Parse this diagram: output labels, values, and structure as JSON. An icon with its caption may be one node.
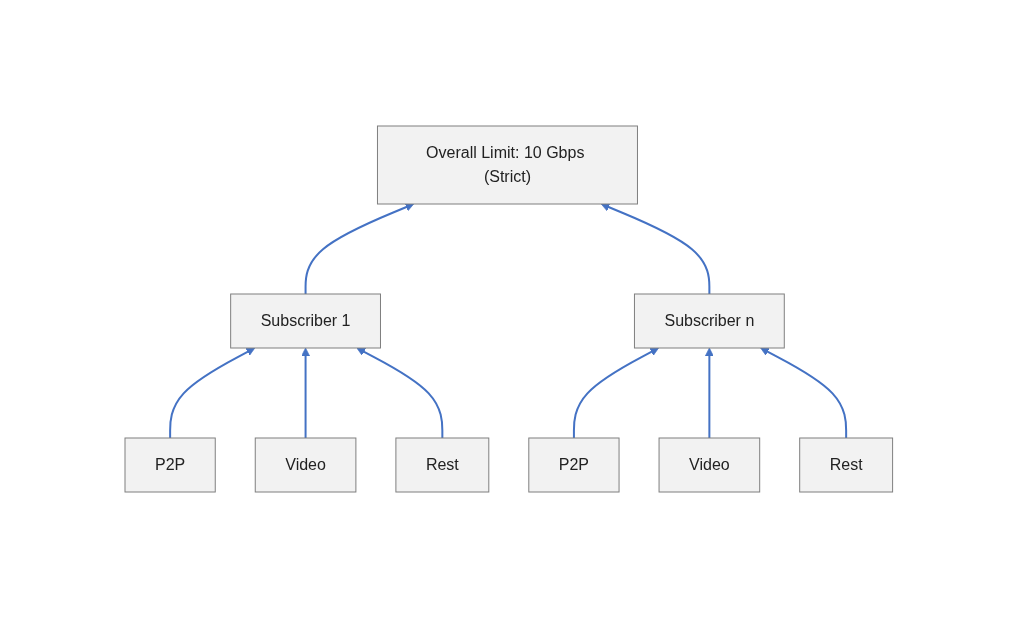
{
  "diagram": {
    "nodes": [
      {
        "text": [
          "Overall Limit: 10 Gbps (Strict)"
        ]
      },
      {
        "text": [
          "Subscriber 1"
        ]
      },
      {
        "text": [
          "Subscriber n"
        ]
      },
      {
        "text": [
          "P2P"
        ]
      },
      {
        "text": [
          "Video"
        ]
      },
      {
        "text": [
          "Rest"
        ]
      },
      {
        "text": [
          "P2P"
        ]
      },
      {
        "text": [
          "Video"
        ]
      },
      {
        "text": [
          "Rest"
        ]
      }
    ],
    "edges": [
      {
        "from": 1,
        "to": 0,
        "arrow": "to"
      },
      {
        "from": 2,
        "to": 0,
        "arrow": "to"
      },
      {
        "from": 3,
        "to": 1,
        "arrow": "to"
      },
      {
        "from": 4,
        "to": 1,
        "arrow": "to"
      },
      {
        "from": 5,
        "to": 1,
        "arrow": "to"
      },
      {
        "from": 6,
        "to": 2,
        "arrow": "to"
      },
      {
        "from": 7,
        "to": 2,
        "arrow": "to"
      },
      {
        "from": 8,
        "to": 2,
        "arrow": "to"
      }
    ]
  }
}
